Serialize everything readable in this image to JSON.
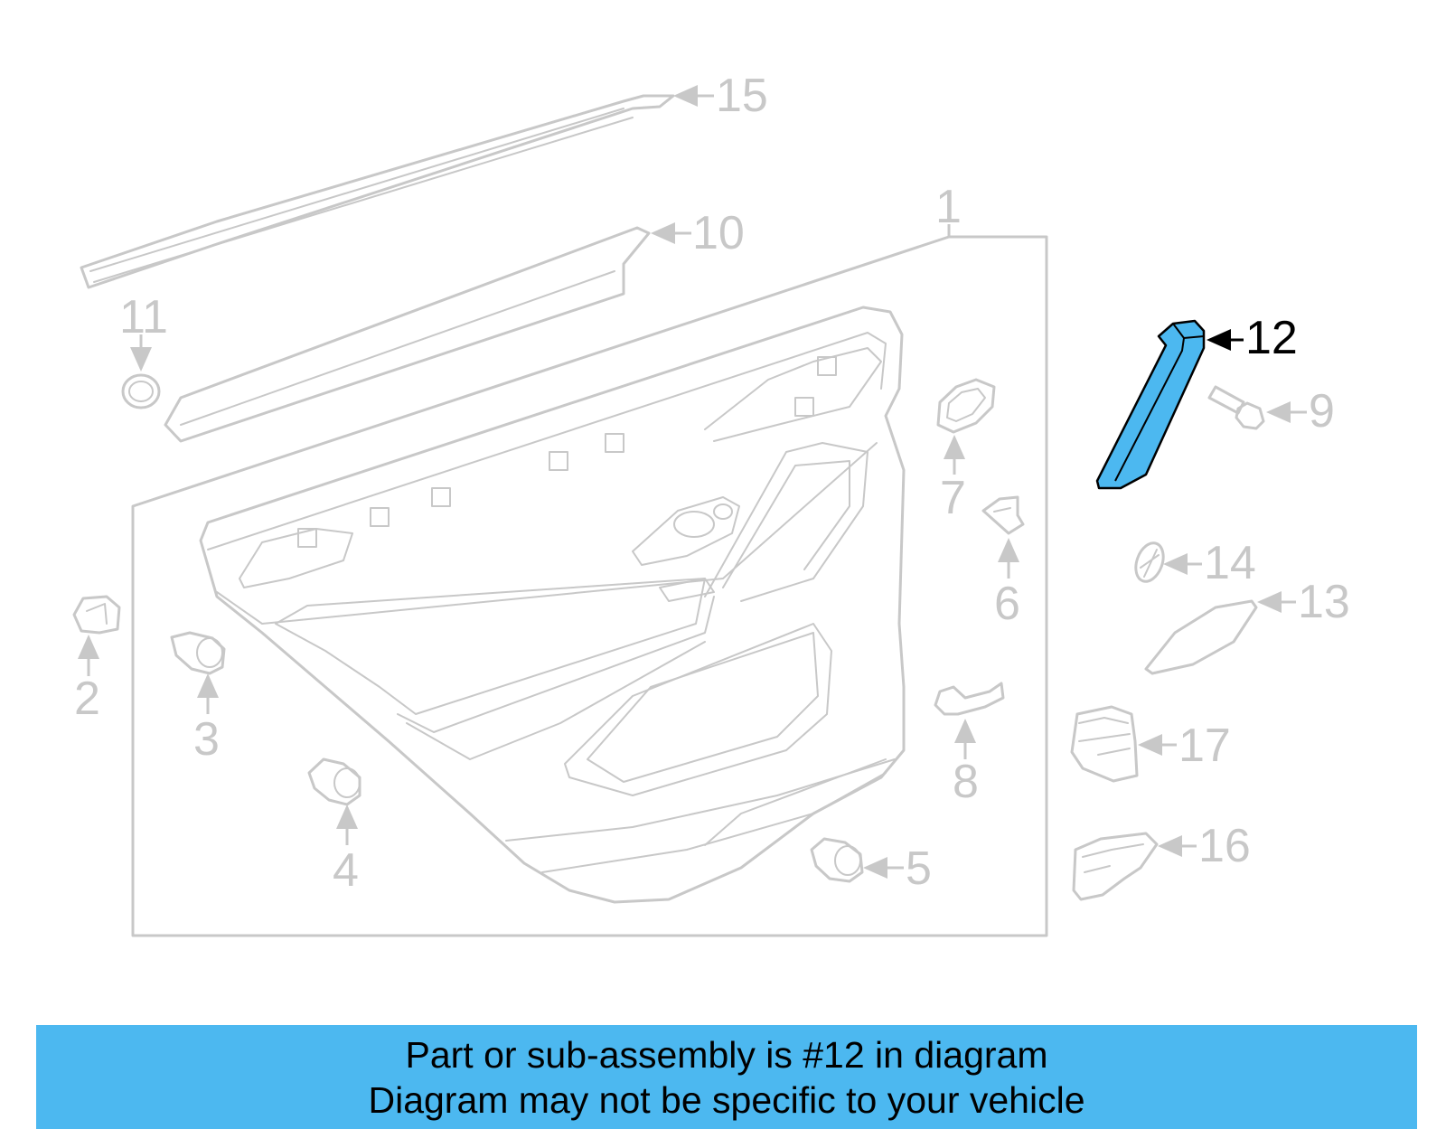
{
  "callouts": {
    "c1": "1",
    "c2": "2",
    "c3": "3",
    "c4": "4",
    "c5": "5",
    "c6": "6",
    "c7": "7",
    "c8": "8",
    "c9": "9",
    "c10": "10",
    "c11": "11",
    "c12": "12",
    "c13": "13",
    "c14": "14",
    "c15": "15",
    "c16": "16",
    "c17": "17"
  },
  "highlighted_part": "12",
  "colors": {
    "highlight_fill": "#4cb8f0",
    "line_gray": "#c8c8c8",
    "banner": "#4cb8f0"
  },
  "banner": {
    "line1": "Part or sub-assembly is #12 in diagram",
    "line2": "Diagram may not be specific to your vehicle"
  }
}
